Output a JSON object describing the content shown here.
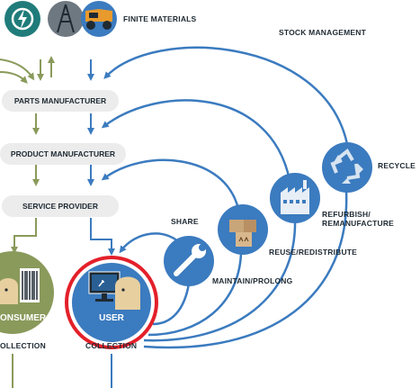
{
  "labels": {
    "finite_materials": "FINITE MATERIALS",
    "stock_management": "STOCK MANAGEMENT",
    "parts_manufacturer": "PARTS MANUFACTURER",
    "product_manufacturer": "PRODUCT MANUFACTURER",
    "service_provider": "SERVICE PROVIDER",
    "share": "SHARE",
    "recycle": "RECYCLE",
    "refurbish_line1": "REFURBISH/",
    "refurbish_line2": "REMANUFACTURE",
    "reuse": "REUSE/REDISTRIBUTE",
    "maintain": "MAINTAIN/PROLONG",
    "consumer": "ONSUMER",
    "user": "USER",
    "collection_left": "OLLECTION",
    "collection_user": "COLLECTION"
  },
  "colors": {
    "blue": "#3b7bbf",
    "green": "#8a9a5b",
    "teal": "#1f7c7a",
    "red_ring": "#e3202a",
    "box": "#ececec"
  },
  "icons": [
    "power-icon",
    "oil-rig-icon",
    "mining-truck-icon",
    "wrench-icon",
    "boxes-icon",
    "factory-icon",
    "recycle-icon",
    "monitor-icon",
    "barcode-icon",
    "person-icon"
  ]
}
